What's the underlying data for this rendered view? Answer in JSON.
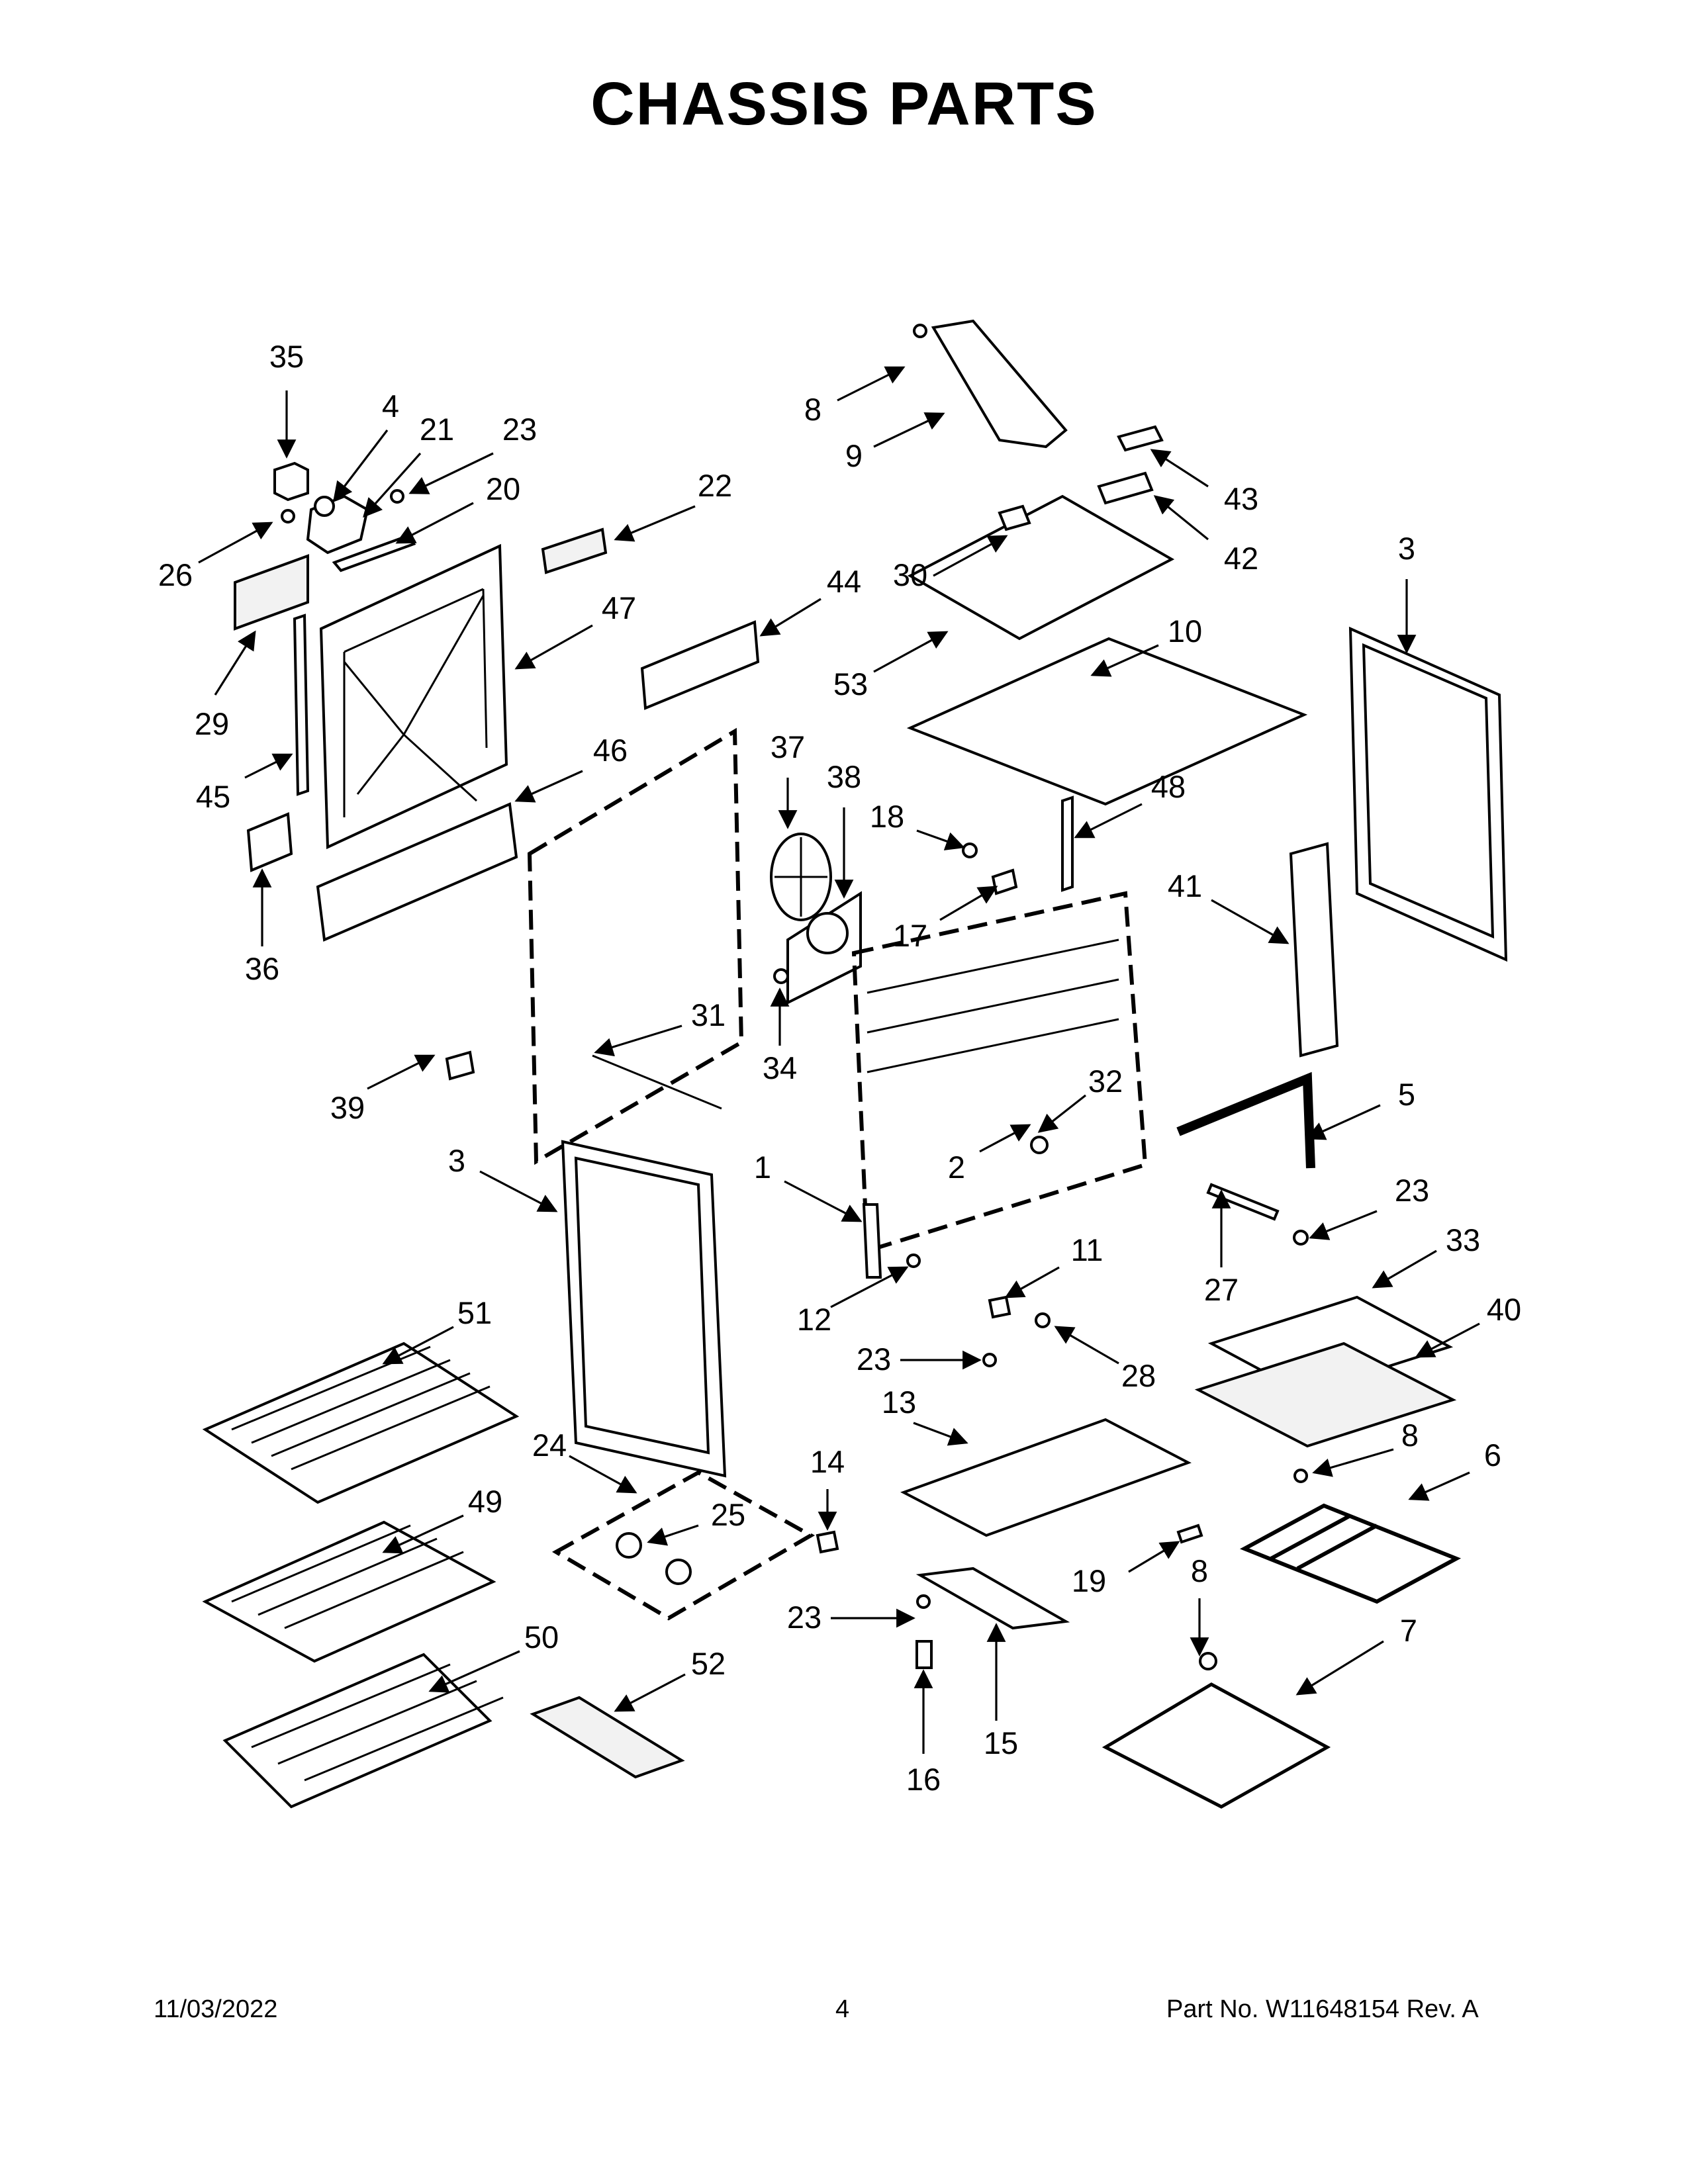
{
  "title": "CHASSIS PARTS",
  "footer": {
    "date": "11/03/2022",
    "page": "4",
    "part_no": "Part No.  W11648154  Rev.  A"
  },
  "callouts": {
    "c35": "35",
    "c4": "4",
    "c21": "21",
    "c23a": "23",
    "c20": "20",
    "c26": "26",
    "c22": "22",
    "c47": "47",
    "c29": "29",
    "c45": "45",
    "c36": "36",
    "c46": "46",
    "c44": "44",
    "c8a": "8",
    "c9": "9",
    "c43": "43",
    "c42": "42",
    "c30": "30",
    "c53": "53",
    "c10": "10",
    "c3a": "3",
    "c37": "37",
    "c38": "38",
    "c18": "18",
    "c17": "17",
    "c48": "48",
    "c41": "41",
    "c31": "31",
    "c34": "34",
    "c32": "32",
    "c39": "39",
    "c5": "5",
    "c3b": "3",
    "c1": "1",
    "c2": "2",
    "c23b": "23",
    "c11": "11",
    "c33": "33",
    "c27": "27",
    "c12": "12",
    "c40": "40",
    "c23c": "23",
    "c28": "28",
    "c51": "51",
    "c14": "14",
    "c13": "13",
    "c24": "24",
    "c8b": "8",
    "c6": "6",
    "c25": "25",
    "c49": "49",
    "c19": "19",
    "c8c": "8",
    "c23d": "23",
    "c7": "7",
    "c50": "50",
    "c52": "52",
    "c15": "15",
    "c16": "16"
  }
}
